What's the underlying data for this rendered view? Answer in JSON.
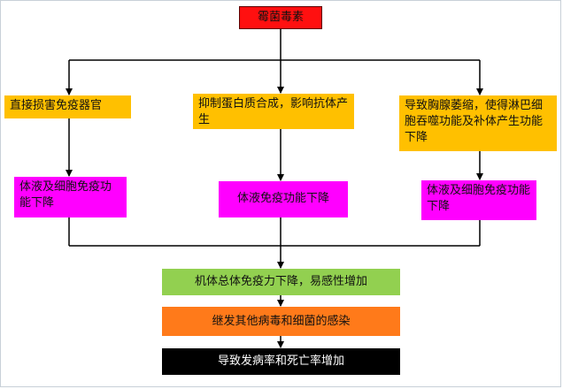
{
  "nodes": {
    "root": "霉菌毒素",
    "branch_left": "直接损害免疫器官",
    "branch_middle": "抑制蛋白质合成，影响抗体产生",
    "branch_right": "导致胸腺萎缩，使得淋巴细胞吞噬功能及补体产生功能下降",
    "effect_left": "体液及细胞免疫功能下降",
    "effect_middle": "体液免疫功能下降",
    "effect_right": "体液及细胞免疫功能下降",
    "outcome_1": "机体总体免疫力下降，易感性增加",
    "outcome_2": "继发其他病毒和细菌的感染",
    "outcome_3": "导致发病率和死亡率增加"
  },
  "colors": {
    "root": "#ff1010",
    "branch": "#ffc000",
    "effect": "#ff00ff",
    "outcome_1": "#92d050",
    "outcome_2": "#ff7a1a",
    "outcome_3": "#000000"
  }
}
